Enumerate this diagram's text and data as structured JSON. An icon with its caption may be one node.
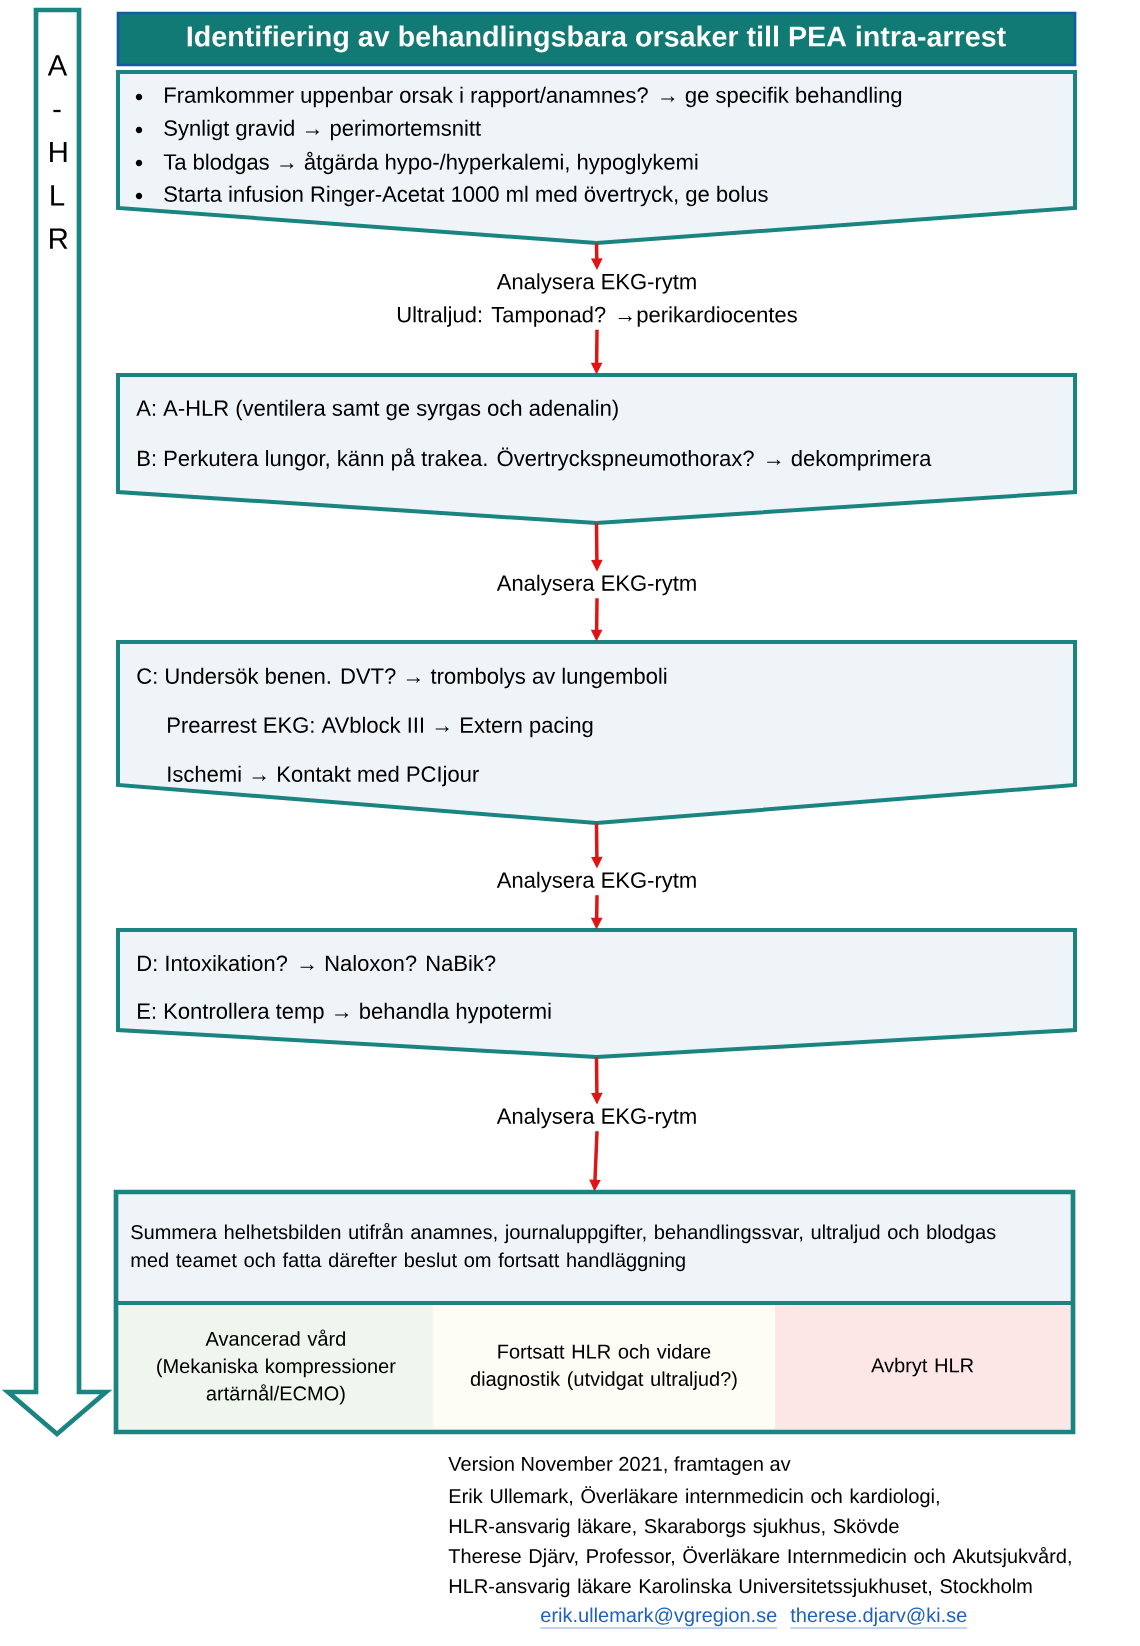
{
  "diagram": {
    "title": "Identifiering av behandlingsbara orsaker till PEA intra-arrest",
    "nodes": [
      {
        "text": [
          "Framkommer uppenbar orsak i rapport/anamnes? → ge specifik behandling",
          "Synligt gravid → perimortemsnitt",
          "Ta blodgas → åtgärda hypo-/hyperkalemi, hypoglykemi",
          "Starta infusion Ringer-Acetat 1000 ml med övertryck, ge bolus"
        ]
      },
      {
        "text": [
          "Analysera EKG-rytm",
          "Ultraljud: Tamponad? →perikardiocentes"
        ]
      },
      {
        "text": [
          "A: A-HLR (ventilera samt ge syrgas och adenalin)",
          "B: Perkutera lungor, känn på trakea. Övertryckspneumothorax? → dekomprimera"
        ]
      },
      {
        "text": [
          "Analysera EKG-rytm"
        ]
      },
      {
        "text": [
          "C: Undersök benen. DVT? → trombolys av lungemboli",
          "Prearrest EKG: AVblock III → Extern pacing",
          "Ischemi → Kontakt med PCIjour"
        ]
      },
      {
        "text": [
          "Analysera EKG-rytm"
        ]
      },
      {
        "text": [
          "D: Intoxikation? → Naloxon? NaBik?",
          "E: Kontrollera temp → behandla hypotermi"
        ]
      },
      {
        "text": [
          "Analysera EKG-rytm"
        ]
      },
      {
        "text": [
          "Summera helhetsbilden utifrån anamnes, journaluppgifter, behandlingssvar, ultraljud  och blodgas med teamet och fatta därefter beslut om fortsatt handläggning"
        ]
      },
      {
        "text": [
          "Avancerad vård (Mekaniska kompressioner artärnål/ECMO)"
        ],
        "in": 8
      },
      {
        "text": [
          "Fortsatt HLR och vidare diagnostik (utvidgat ultraljud?)"
        ],
        "in": 8
      },
      {
        "text": [
          "Avbryt HLR"
        ],
        "in": 8
      },
      {
        "text": [
          "A - H L R"
        ]
      }
    ],
    "edges": [
      {
        "from": 0,
        "to": 1,
        "arrow": "to"
      },
      {
        "from": 1,
        "to": 2,
        "arrow": "to"
      },
      {
        "from": 2,
        "to": 3,
        "arrow": "to"
      },
      {
        "from": 3,
        "to": 4,
        "arrow": "to"
      },
      {
        "from": 4,
        "to": 5,
        "arrow": "to"
      },
      {
        "from": 5,
        "to": 6,
        "arrow": "to"
      },
      {
        "from": 6,
        "to": 7,
        "arrow": "to"
      },
      {
        "from": 7,
        "to": 8,
        "arrow": "to"
      }
    ],
    "labels": [
      "Version November 2021, framtagen av",
      "Erik Ullemark, Överläkare internmedicin och kardiologi, HLR-ansvarig läkare, Skaraborgs sjukhus, Skövde",
      "Therese Djärv, Professor, Överläkare Internmedicin och Akutsjukvård, HLR-ansvarig läkare Karolinska Universitetssjukhuset, Stockholm",
      "erik.ullemark@vgregion.se",
      "therese.djarv@ki.se"
    ]
  }
}
